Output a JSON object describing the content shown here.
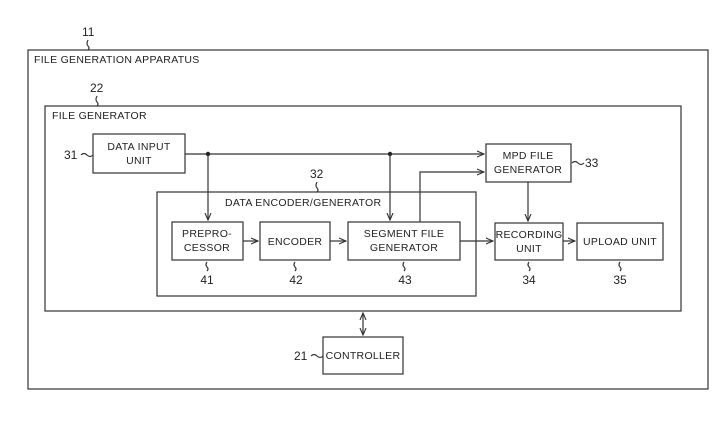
{
  "diagram": {
    "apparatus": {
      "ref": "11",
      "title": "FILE GENERATION APPARATUS"
    },
    "file_generator": {
      "ref": "22",
      "title": "FILE GENERATOR"
    },
    "data_input_unit": {
      "ref": "31",
      "line1": "DATA INPUT",
      "line2": "UNIT"
    },
    "encoder_generator": {
      "ref": "32",
      "title": "DATA ENCODER/GENERATOR"
    },
    "mpd_file_generator": {
      "ref": "33",
      "line1": "MPD FILE",
      "line2": "GENERATOR"
    },
    "preprocessor": {
      "ref": "41",
      "line1": "PREPRO-",
      "line2": "CESSOR"
    },
    "encoder": {
      "ref": "42",
      "label": "ENCODER"
    },
    "segment_file_generator": {
      "ref": "43",
      "line1": "SEGMENT FILE",
      "line2": "GENERATOR"
    },
    "recording_unit": {
      "ref": "34",
      "line1": "RECORDING",
      "line2": "UNIT"
    },
    "upload_unit": {
      "ref": "35",
      "label": "UPLOAD UNIT"
    },
    "controller": {
      "ref": "21",
      "label": "CONTROLLER"
    }
  }
}
